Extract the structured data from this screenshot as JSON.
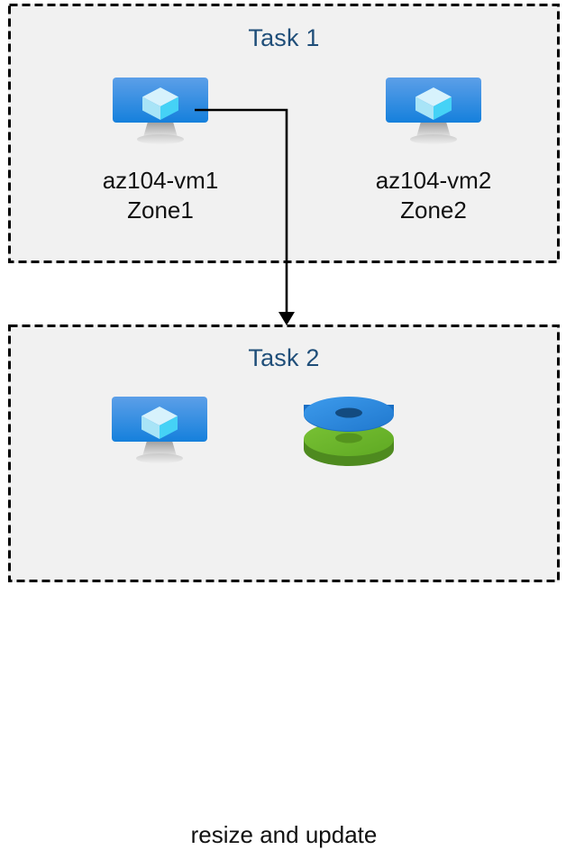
{
  "diagram": {
    "title_color": "#1F4E79",
    "group_fill": "#F1F1F1",
    "border_color": "#000000",
    "text_color": "#111111",
    "groups": [
      {
        "id": "task1",
        "label": "Task 1",
        "nodes": [
          {
            "id": "vm1",
            "icon": "virtual-machine-icon",
            "lines": [
              "az104-vm1",
              "Zone1"
            ]
          },
          {
            "id": "vm2",
            "icon": "virtual-machine-icon",
            "lines": [
              "az104-vm2",
              "Zone2"
            ]
          }
        ]
      },
      {
        "id": "task2",
        "label": "Task 2",
        "nodes": [
          {
            "id": "vm-resize",
            "icon": "virtual-machine-icon",
            "lines": []
          },
          {
            "id": "disks",
            "icon": "managed-disks-icon",
            "lines": []
          }
        ],
        "caption": "resize and update"
      }
    ],
    "connector": {
      "from": "vm1",
      "to": "task2",
      "arrowhead": "down"
    },
    "palette": {
      "monitor_top": "#5C9FE8",
      "monitor_bottom": "#1580DC",
      "cube_top": "#CCEFFB",
      "cube_left": "#A3E2F7",
      "cube_right": "#42D0F5",
      "stand": "#B8B8B8",
      "disk_blue_top": "#2E8CE0",
      "disk_blue_side": "#1B6FC4",
      "disk_blue_hole": "#134B80",
      "disk_green_top": "#6FBA2C",
      "disk_green_side": "#4E8A1F",
      "disk_green_hole": "#58981F"
    }
  }
}
